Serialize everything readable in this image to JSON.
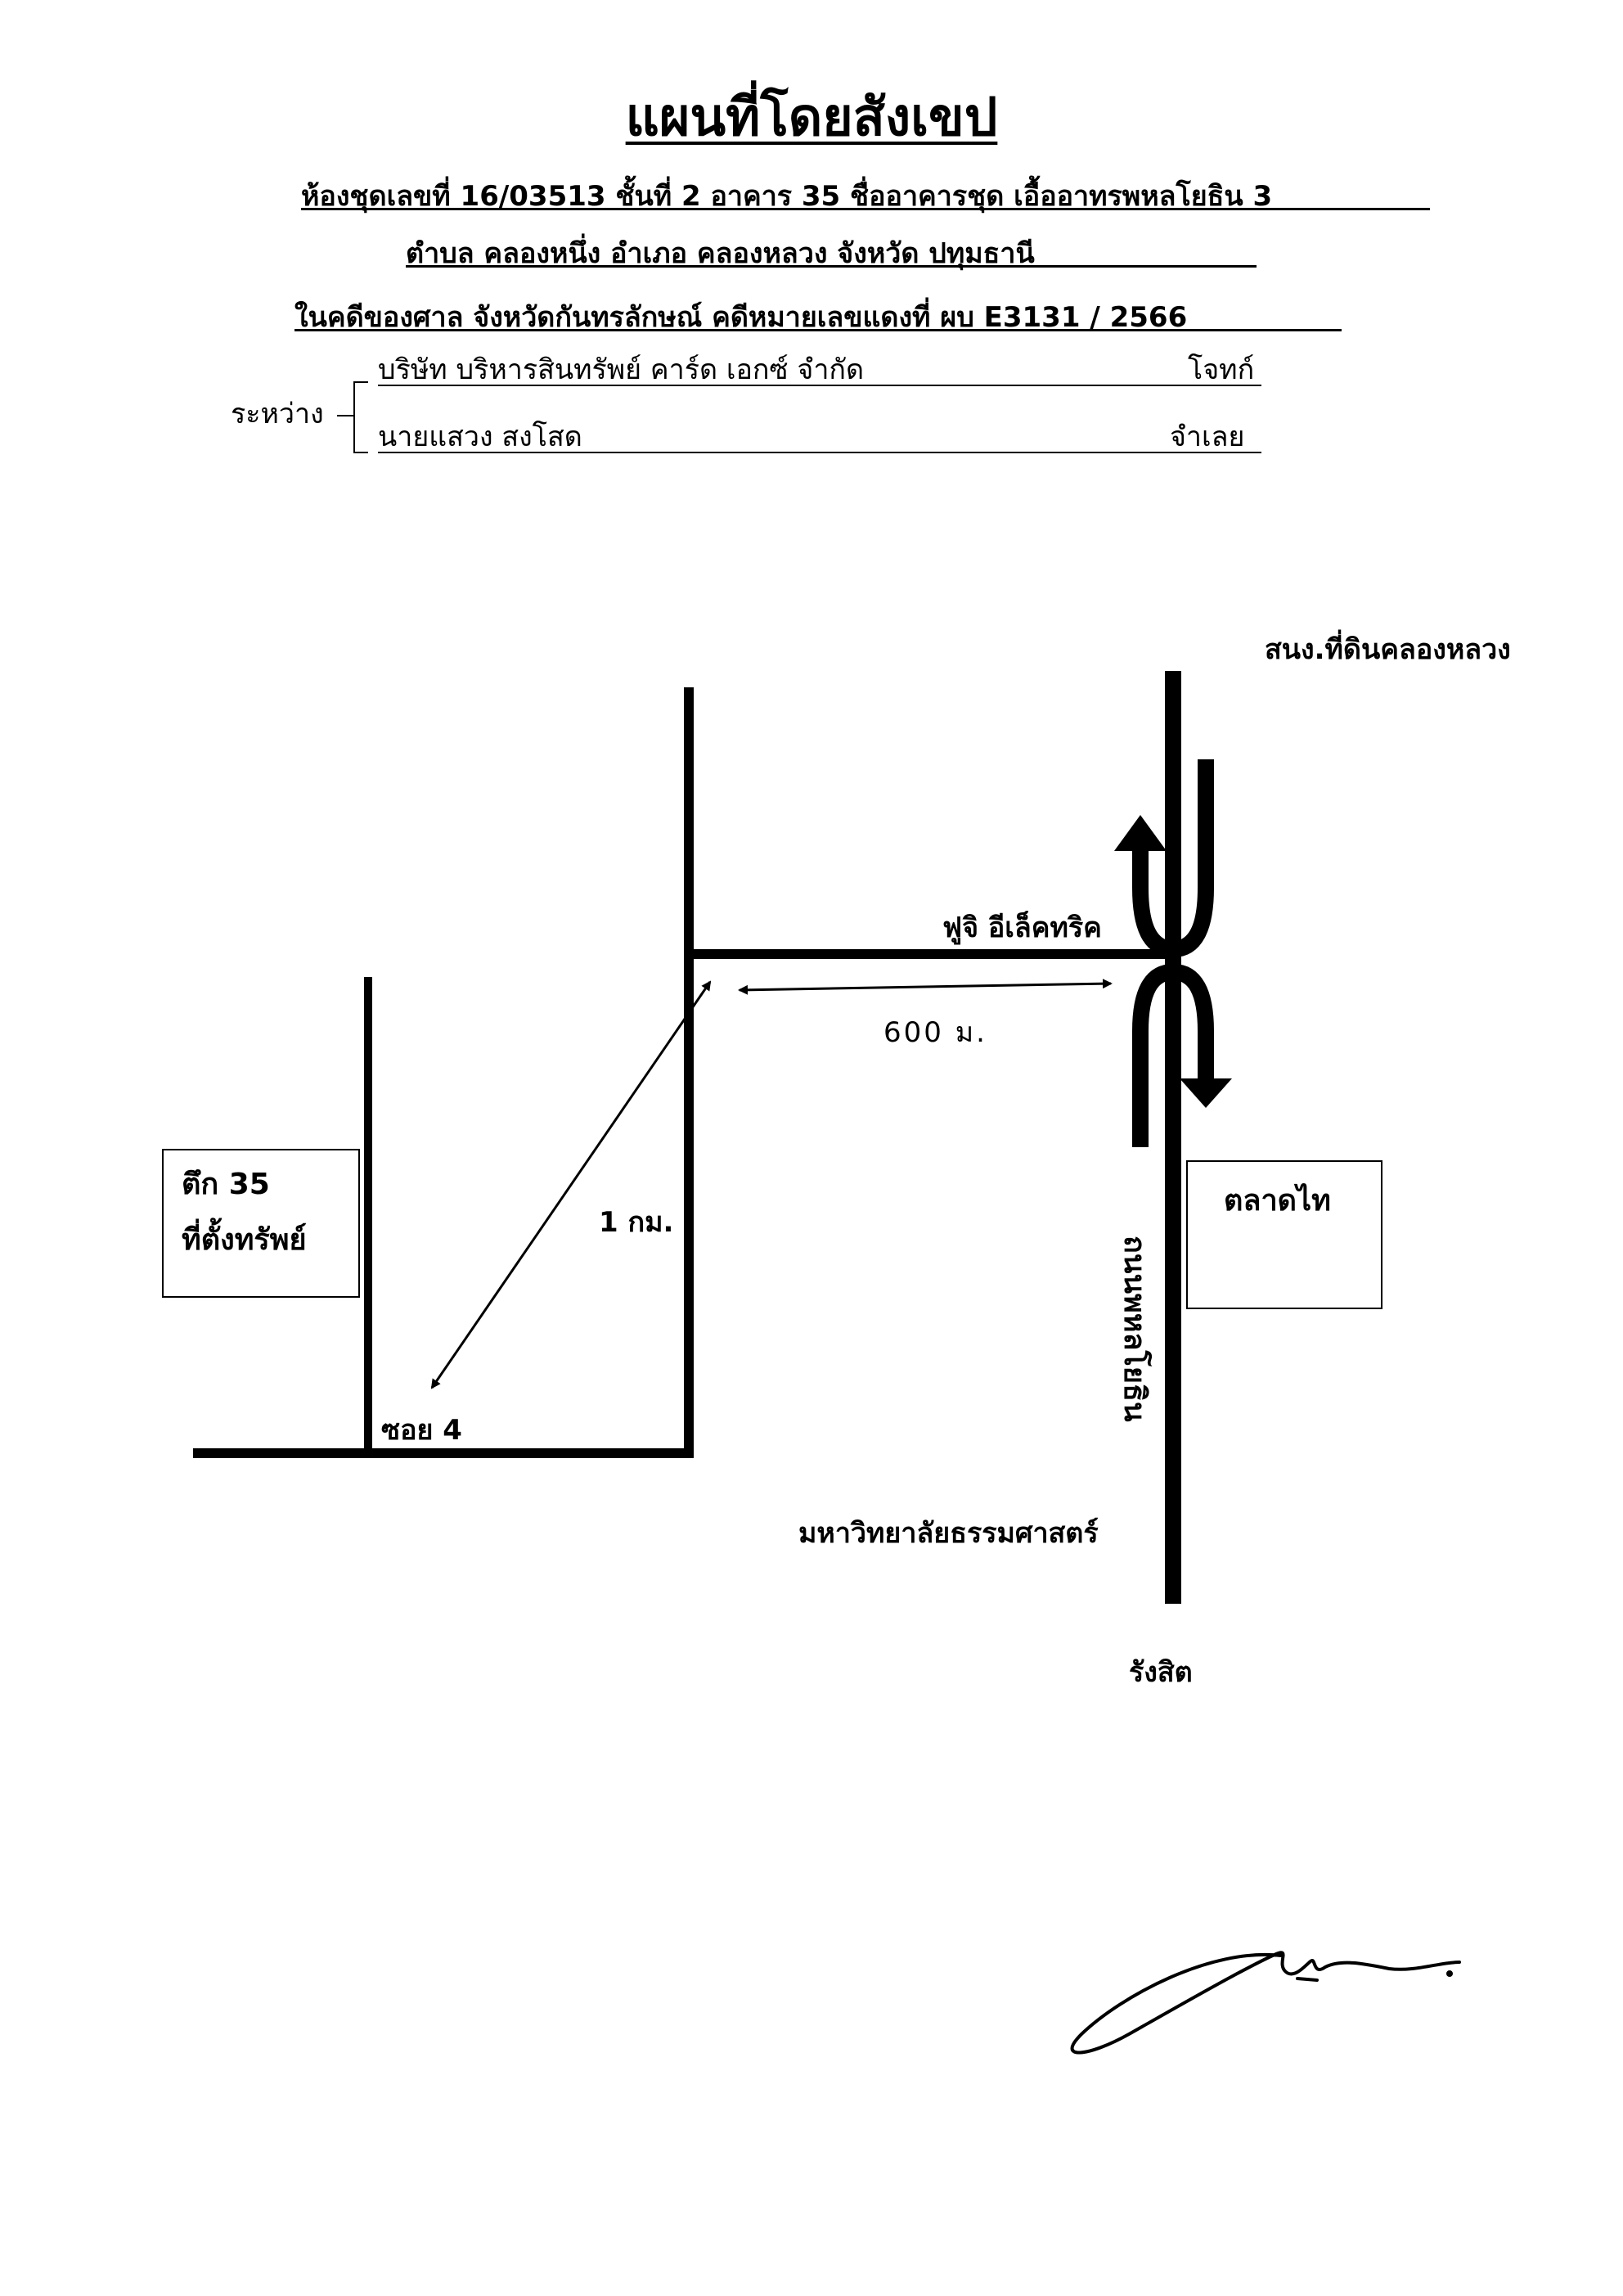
{
  "header": {
    "title": "แผนที่โดยสังเขป",
    "line1": "ห้องชุดเลขที่   16/03513 ชั้นที่   2  อาคาร 35  ชื่ออาคารชุด  เอื้ออาทรพหลโยธิน 3",
    "line2": "ตำบล   คลองหนึ่ง   อำเภอ    คลองหลวง    จังหวัด    ปทุมธานี",
    "line3": "ในคดีของศาล    จังหวัดกันทรลักษณ์    คดีหมายเลขแดงที่ ผบ E3131 / 2566"
  },
  "parties": {
    "between_label": "ระหว่าง",
    "plaintiff_name": "บริษัท บริหารสินทรัพย์ คาร์ด เอกซ์ จำกัด",
    "plaintiff_role": "โจทก์",
    "defendant_name": "นายแสวง  สงโสด",
    "defendant_role": "จำเลย"
  },
  "map": {
    "land_office": "สนง.ที่ดินคลองหลวง",
    "fuji": "ฟูจิ อีเล็คทริค",
    "dist_600": "600 ม.",
    "dist_1km": "1 กม.",
    "soi": "ซอย 4",
    "building_line1": "ตึก 35",
    "building_line2": "ที่ตั้งทรัพย์",
    "market": "ตลาดไท",
    "road": "ถนนพหลโยธิน",
    "university": "มหาวิทยาลัยธรรมศาสตร์",
    "rangsit": "รังสิต"
  },
  "colors": {
    "ink": "#000000",
    "paper": "#ffffff"
  }
}
